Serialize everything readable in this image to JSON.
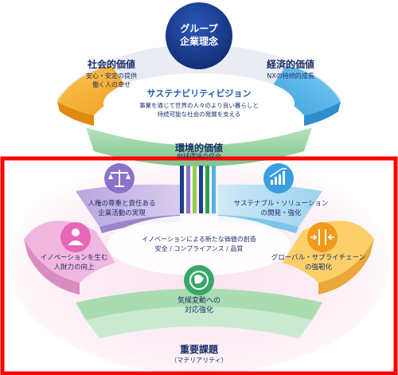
{
  "top": {
    "group_philosophy": [
      "グループ",
      "企業理念"
    ],
    "social_value": {
      "title": "社会的価値",
      "desc": [
        "安心・安定の提供",
        "働く人の幸せ"
      ]
    },
    "economic_value": {
      "title": "経済的価値",
      "desc": [
        "NXの持続的成長"
      ]
    },
    "sustainability_vision": {
      "title": "サステナビリティビジョン",
      "desc": [
        "事業を通じて世界の人々のより良い暮らしと",
        "持続可能な社会の発展を支える"
      ]
    },
    "environmental_value": {
      "title": "環境的価値",
      "desc": "地球環境の保全"
    }
  },
  "materiality": {
    "items": [
      {
        "icon": "scales-icon",
        "label": [
          "人権の尊重と責任ある",
          "企業活動の実現"
        ]
      },
      {
        "icon": "person-icon",
        "label": [
          "イノベーションを生む",
          "人財力の向上"
        ]
      },
      {
        "icon": "globe-leaf-icon",
        "label": [
          "気候変動への",
          "対応強化"
        ]
      },
      {
        "icon": "growth-chart-icon",
        "label": [
          "サステナブル・ソリューション",
          "の開発・強化"
        ]
      },
      {
        "icon": "arrows-inward-icon",
        "label": [
          "グローバル・サプライチェーン",
          "の強靭化"
        ]
      }
    ],
    "center": [
      "イノベーションによる新たな価値の創造",
      "安全 / コンプライアンス / 品質"
    ],
    "title": "重要課題",
    "subtitle": "（マテリアリティ）"
  },
  "colors": {
    "navy": "#1a3f8f",
    "orange": "#f5a623",
    "blue": "#4fb3e8",
    "green": "#8fcf9c",
    "purple": "#a48fd1",
    "red_frame": "#ff0000"
  }
}
